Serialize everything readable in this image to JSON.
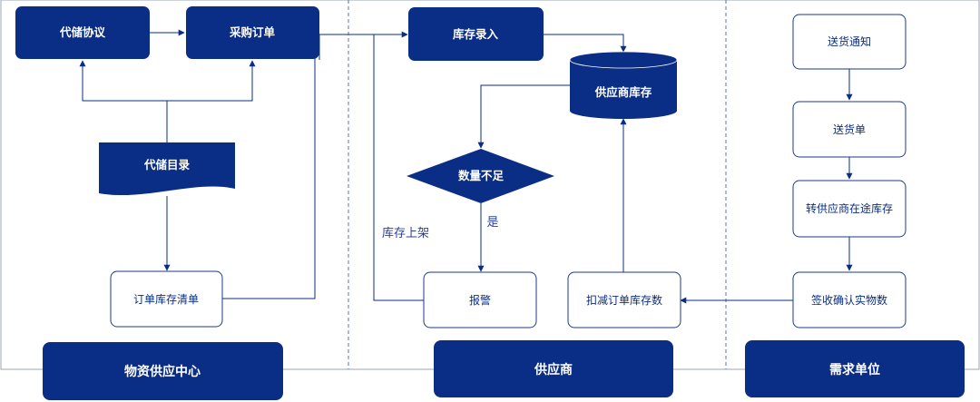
{
  "colors": {
    "primary": "#0a2d85",
    "outline": "#1a3a8c",
    "border": "#9aa3b5",
    "divider": "#5b6fc9",
    "white": "#ffffff",
    "label": "#2a3f9a"
  },
  "lanes": {
    "center": "物资供应中心",
    "supplier": "供应商",
    "demand": "需求单位"
  },
  "nodes": {
    "agreement": "代储协议",
    "purchase_order": "采购订单",
    "catalog": "代储目录",
    "order_stock_list": "订单库存清单",
    "stock_entry": "库存录入",
    "supplier_stock": "供应商库存",
    "insufficient": "数量不足",
    "alarm": "报警",
    "deduct": "扣减订单库存数",
    "delivery_notice": "送货通知",
    "delivery_note": "送货单",
    "transit_stock": "转供应商在途库存",
    "sign_confirm": "签收确认实物数"
  },
  "edge_labels": {
    "yes": "是",
    "shelving": "库存上架"
  }
}
